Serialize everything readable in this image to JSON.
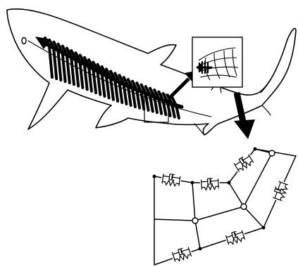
{
  "figure": {
    "panels": [
      {
        "id": "shark",
        "description_visible_text": ""
      },
      {
        "id": "inset-zoom",
        "description_visible_text": ""
      },
      {
        "id": "spring-damper-network",
        "description_visible_text": ""
      }
    ],
    "colors": {
      "ink": "#000000",
      "paper": "#ffffff"
    },
    "icons": [
      "shark-outline-icon",
      "spine-myomere-icon",
      "zoom-arrow-icon",
      "down-arrow-icon",
      "spring-dashpot-icon"
    ]
  }
}
